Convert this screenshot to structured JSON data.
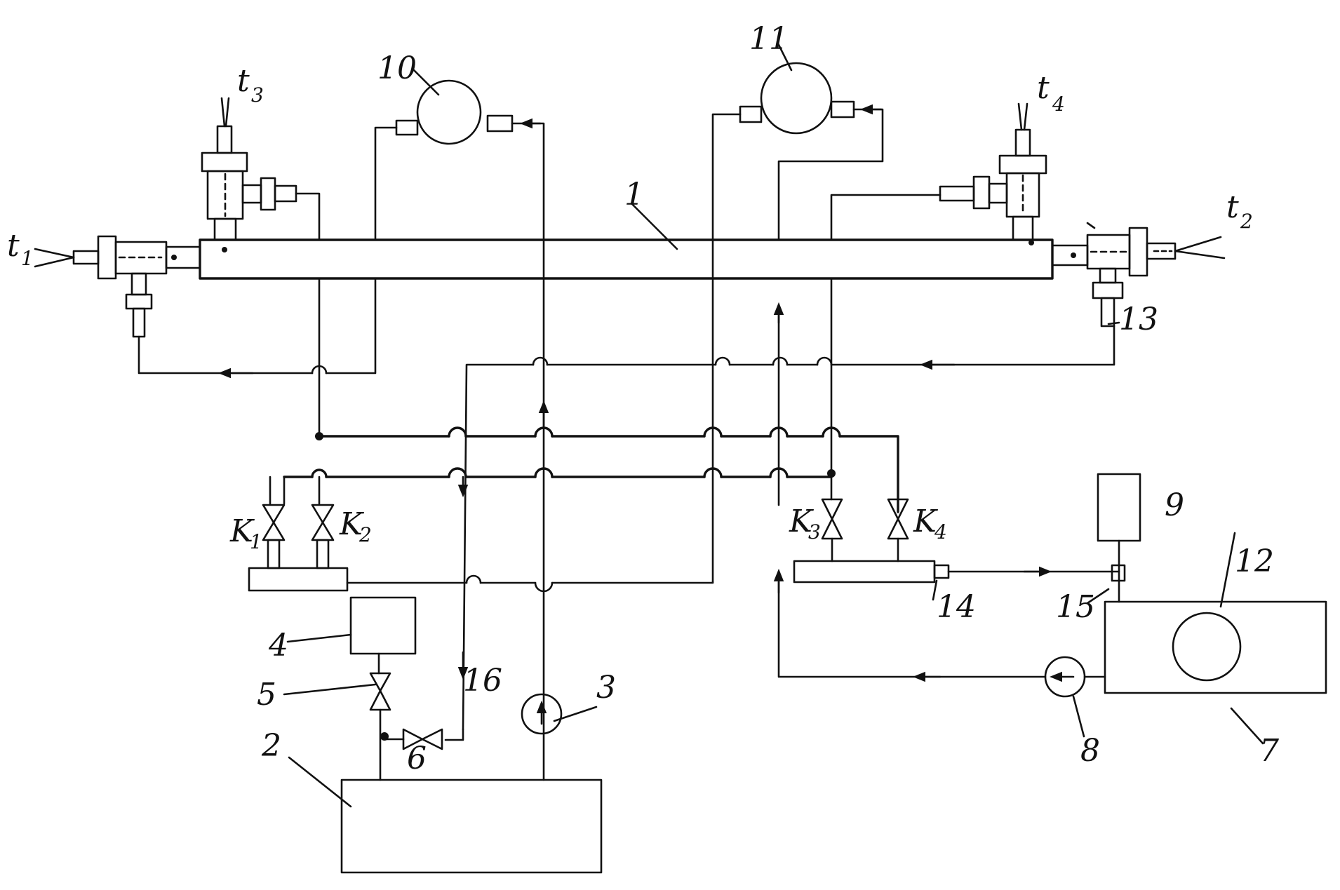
{
  "diagram": {
    "labels": {
      "n1": "1",
      "n2": "2",
      "n3": "3",
      "n4": "4",
      "n5": "5",
      "n6": "6",
      "n7": "7",
      "n8": "8",
      "n9": "9",
      "n10": "10",
      "n11": "11",
      "n12": "12",
      "n13": "13",
      "n14": "14",
      "n15": "15",
      "n16": "16"
    },
    "temps": {
      "t1": {
        "main": "t",
        "sub": "1"
      },
      "t2": {
        "main": "t",
        "sub": "2"
      },
      "t3": {
        "main": "t",
        "sub": "3"
      },
      "t4": {
        "main": "t",
        "sub": "4"
      }
    },
    "valves": {
      "k1": {
        "main": "K",
        "sub": "1"
      },
      "k2": {
        "main": "K",
        "sub": "2"
      },
      "k3": {
        "main": "K",
        "sub": "3"
      },
      "k4": {
        "main": "K",
        "sub": "4"
      }
    }
  }
}
